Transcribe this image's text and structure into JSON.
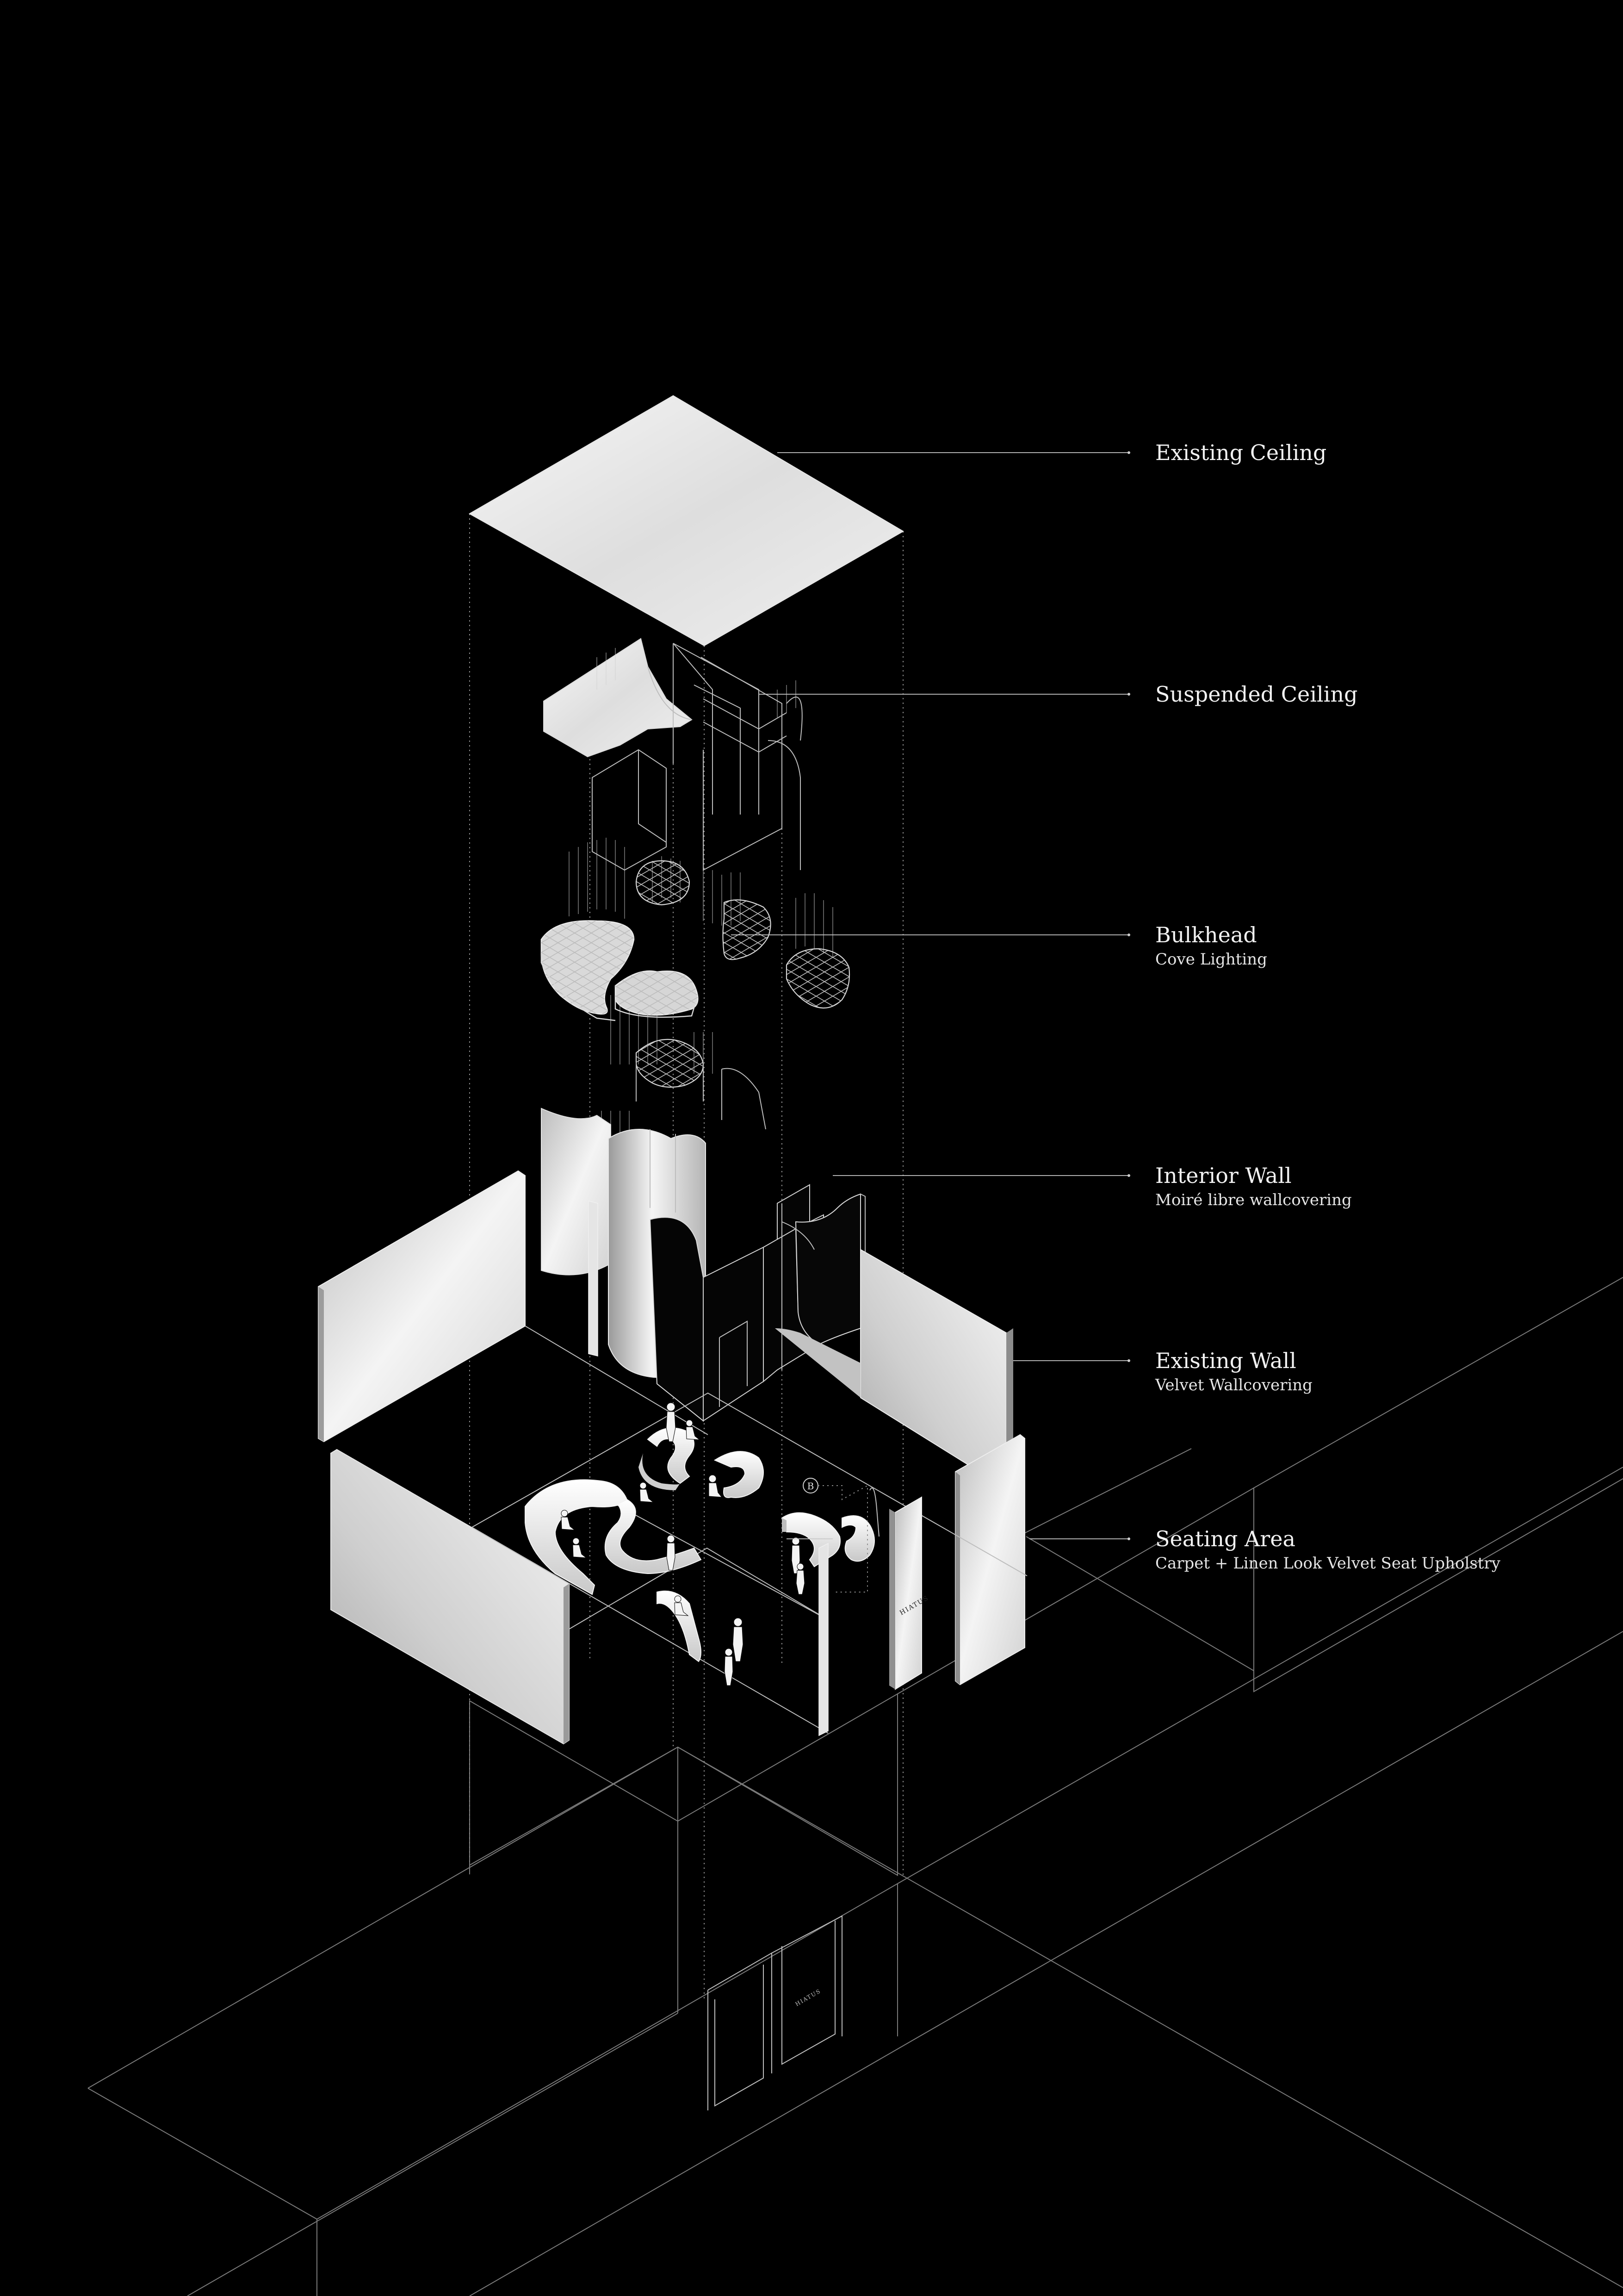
{
  "labels": {
    "existing_ceiling": {
      "title": "Existing Ceiling"
    },
    "suspended_ceiling": {
      "title": "Suspended Ceiling"
    },
    "bulkhead": {
      "title": "Bulkhead",
      "sub": "Cove Lighting"
    },
    "interior_wall": {
      "title": "Interior Wall",
      "sub": "Moiré libre wallcovering"
    },
    "existing_wall": {
      "title": "Existing Wall",
      "sub": "Velvet Wallcovering"
    },
    "seating_area": {
      "title": "Seating Area",
      "sub": "Carpet + Linen Look Velvet Seat Upholstry"
    }
  },
  "plan_marker": "B",
  "colors": {
    "background": "#000000",
    "surface": "#ececec",
    "line": "#9a9a9a",
    "label": "#f2f2f2"
  }
}
